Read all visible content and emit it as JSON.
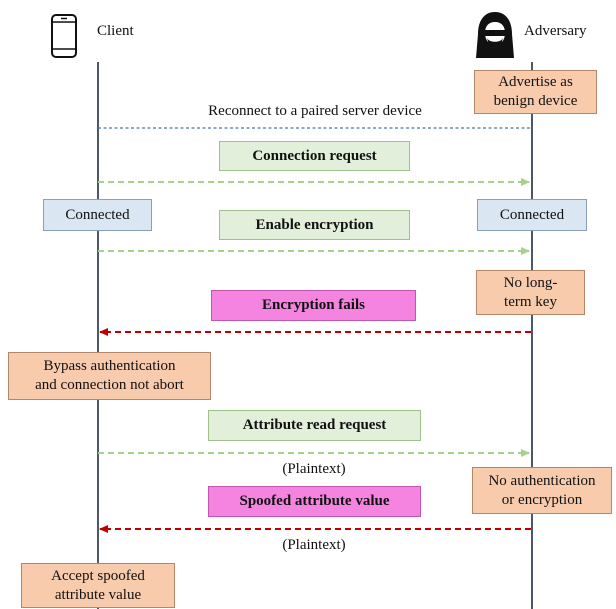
{
  "actors": {
    "client": {
      "label": "Client",
      "icon": "smartphone-icon"
    },
    "adversary": {
      "label": "Adversary",
      "icon": "hooded-hacker-icon"
    }
  },
  "notes": {
    "advertise": "Advertise as\nbenign device",
    "client_connected": "Connected",
    "adversary_connected": "Connected",
    "no_long_term_key": "No long-\nterm key",
    "bypass_auth": "Bypass authentication\nand connection not abort",
    "no_auth_encryption": "No authentication\nor encryption",
    "accept_spoofed": "Accept spoofed\nattribute value"
  },
  "messages": {
    "reconnect": "Reconnect to a paired server device",
    "connection_request": "Connection request",
    "enable_encryption": "Enable encryption",
    "encryption_fails": "Encryption fails",
    "attribute_read_request": "Attribute read request",
    "plaintext_1": "(Plaintext)",
    "spoofed_attribute_value": "Spoofed attribute value",
    "plaintext_2": "(Plaintext)"
  },
  "colors": {
    "lifeline": "#4d5868",
    "reconnect_arrow": "#4472c4",
    "request_arrow": "#a9d18e",
    "response_arrow": "#c00000",
    "note_peach": "#f8cbad",
    "note_blue": "#dae6f2",
    "label_green": "#e2efda",
    "label_pink": "#f584e0"
  }
}
